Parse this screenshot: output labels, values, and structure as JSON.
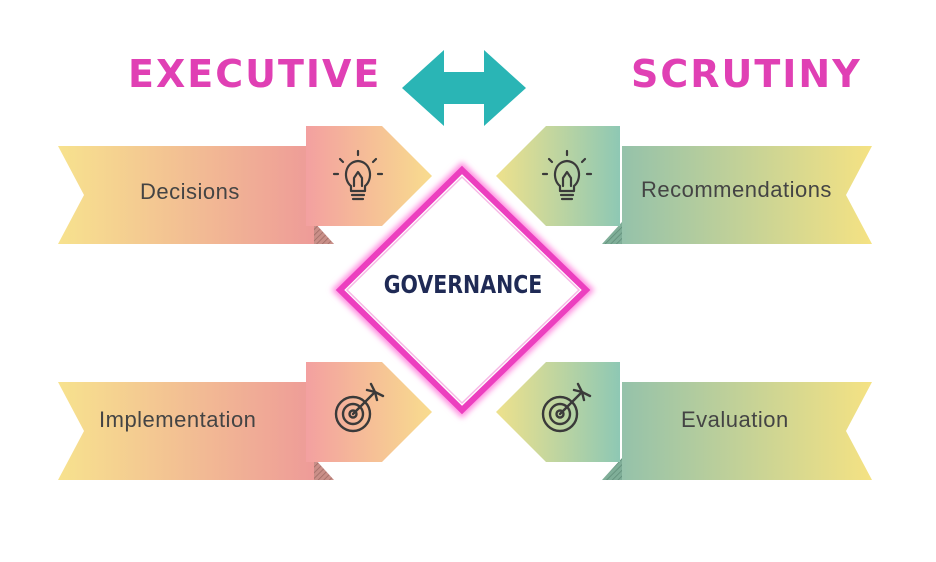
{
  "headings": {
    "left": "EXECUTIVE",
    "right": "SCRUTINY"
  },
  "center": {
    "label": "GOVERNANCE"
  },
  "arrows": [
    {
      "label": "Decisions",
      "icon": "lightbulb-icon"
    },
    {
      "label": "Recommendations",
      "icon": "lightbulb-icon"
    },
    {
      "label": "Implementation",
      "icon": "target-arrow-icon"
    },
    {
      "label": "Evaluation",
      "icon": "target-arrow-icon"
    }
  ],
  "colors": {
    "heading": "#e040b4",
    "double_arrow": "#2ab5b5",
    "diamond_border": "#ec3fbf",
    "center_text": "#1f2a55",
    "left_gradient": [
      "#f7e28e",
      "#ee9b98"
    ],
    "right_gradient": [
      "#f5e283",
      "#95c2aa"
    ],
    "icon_stroke": "#3a3a3a"
  }
}
